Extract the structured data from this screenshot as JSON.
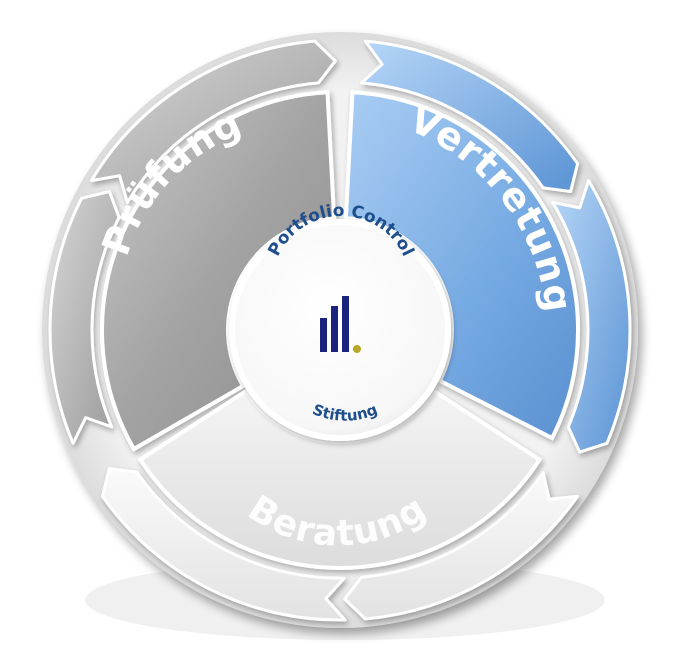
{
  "diagram": {
    "segments": [
      {
        "id": "pruefung",
        "label": "Prüfung",
        "color": "#a8a8a8"
      },
      {
        "id": "vertretung",
        "label": "Vertretung",
        "color": "#7fb0e6"
      },
      {
        "id": "beratung",
        "label": "Beratung",
        "color": "#e9e9e9"
      }
    ],
    "center": {
      "top_text": "Portfolio Control",
      "bottom_text": "Stiftung",
      "logo_icon": "bar-chart-logo-icon",
      "logo_color": "#1a237e",
      "logo_dot_color": "#b7a829"
    }
  }
}
